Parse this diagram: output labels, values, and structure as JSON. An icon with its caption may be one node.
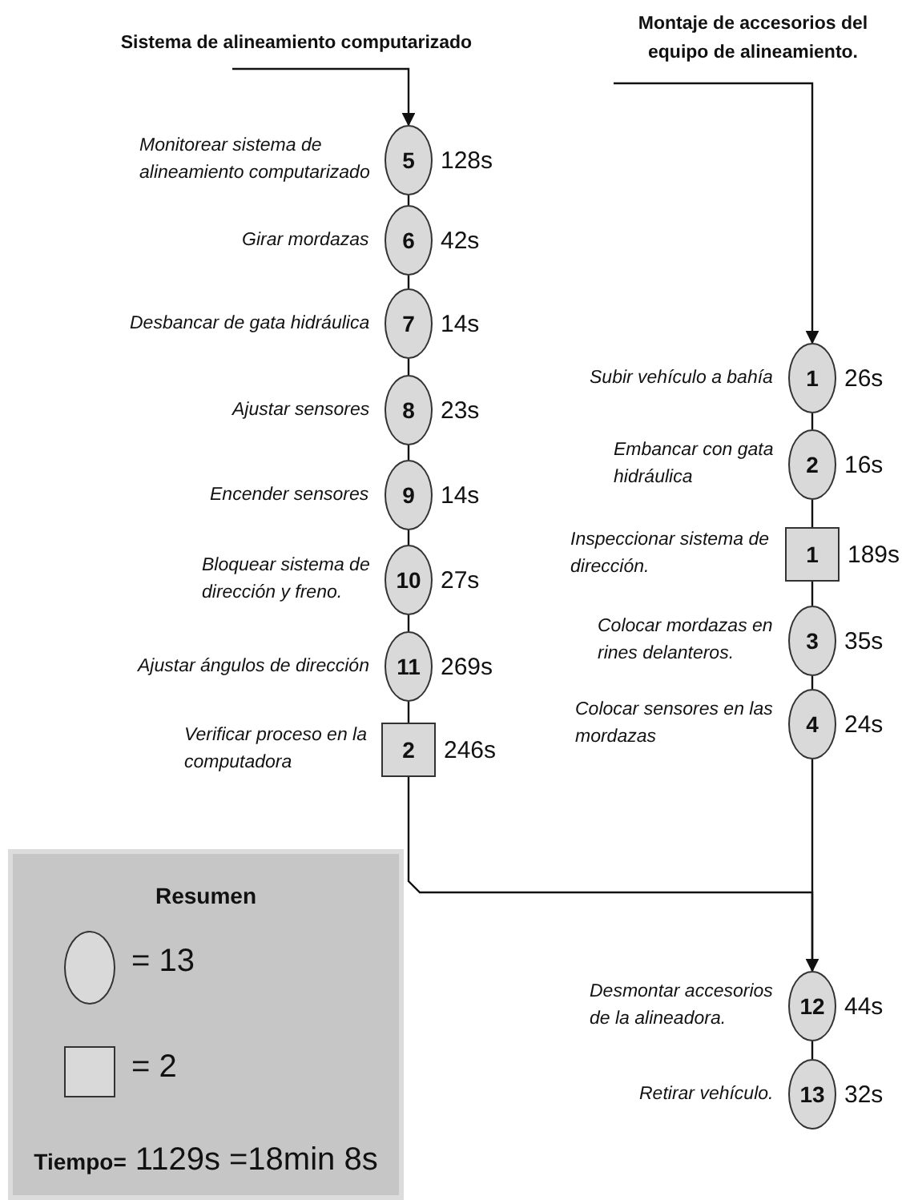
{
  "diagram": {
    "nodes": [
      {
        "text": [
          "5"
        ],
        "beside": [
          "Monitorear sistema de alineamiento computarizado",
          "128s"
        ]
      },
      {
        "text": [
          "6"
        ],
        "beside": [
          "Girar mordazas",
          "42s"
        ]
      },
      {
        "text": [
          "7"
        ],
        "beside": [
          "Desbancar de gata hidráulica",
          "14s"
        ]
      },
      {
        "text": [
          "8"
        ],
        "beside": [
          "Ajustar sensores",
          "23s"
        ]
      },
      {
        "text": [
          "9"
        ],
        "beside": [
          "Encender sensores",
          "14s"
        ]
      },
      {
        "text": [
          "10"
        ],
        "beside": [
          "Bloquear sistema de dirección y freno.",
          "27s"
        ]
      },
      {
        "text": [
          "11"
        ],
        "beside": [
          "Ajustar ángulos de dirección",
          "269s"
        ]
      },
      {
        "text": [
          "2"
        ],
        "beside": [
          "Verificar proceso en la computadora",
          "246s"
        ]
      },
      {
        "text": [
          "1"
        ],
        "beside": [
          "Subir vehículo a bahía",
          "26s"
        ]
      },
      {
        "text": [
          "2"
        ],
        "beside": [
          "Embancar con gata hidráulica",
          "16s"
        ]
      },
      {
        "text": [
          "1"
        ],
        "beside": [
          "Inspeccionar sistema de dirección.",
          "189s"
        ]
      },
      {
        "text": [
          "3"
        ],
        "beside": [
          "Colocar mordazas en rines delanteros.",
          "35s"
        ]
      },
      {
        "text": [
          "4"
        ],
        "beside": [
          "Colocar sensores en las mordazas",
          "24s"
        ]
      },
      {
        "text": [
          "12"
        ],
        "beside": [
          "Desmontar accesorios de la alineadora.",
          "44s"
        ]
      },
      {
        "text": [
          "13"
        ],
        "beside": [
          "Retirar vehículo.",
          "32s"
        ]
      },
      {
        "text": [
          "Resumen",
          "**Tiempo=** 1129s =18min 8s"
        ]
      }
    ],
    "edges": [
      {
        "from": null,
        "to": 0,
        "arrow": "to"
      },
      {
        "from": 0,
        "to": 1,
        "arrow": "none"
      },
      {
        "from": 1,
        "to": 2,
        "arrow": "none"
      },
      {
        "from": 2,
        "to": 3,
        "arrow": "none"
      },
      {
        "from": 3,
        "to": 4,
        "arrow": "none"
      },
      {
        "from": 4,
        "to": 5,
        "arrow": "none"
      },
      {
        "from": 5,
        "to": 6,
        "arrow": "none"
      },
      {
        "from": 6,
        "to": 7,
        "arrow": "none"
      },
      {
        "from": null,
        "to": 8,
        "arrow": "to"
      },
      {
        "from": 8,
        "to": 9,
        "arrow": "none"
      },
      {
        "from": 9,
        "to": 10,
        "arrow": "none"
      },
      {
        "from": 10,
        "to": 11,
        "arrow": "none"
      },
      {
        "from": 11,
        "to": 12,
        "arrow": "none"
      },
      {
        "from": 12,
        "to": 13,
        "arrow": "none"
      },
      {
        "from": 7,
        "to": 13,
        "arrow": "to"
      },
      {
        "from": 13,
        "to": 14,
        "arrow": "none"
      }
    ],
    "labels": [
      "Sistema de alineamiento computarizado",
      "Montaje de accesorios del equipo de alineamiento."
    ],
    "legend": [
      {
        "text": "= 13"
      },
      {
        "text": "= 2"
      }
    ]
  }
}
